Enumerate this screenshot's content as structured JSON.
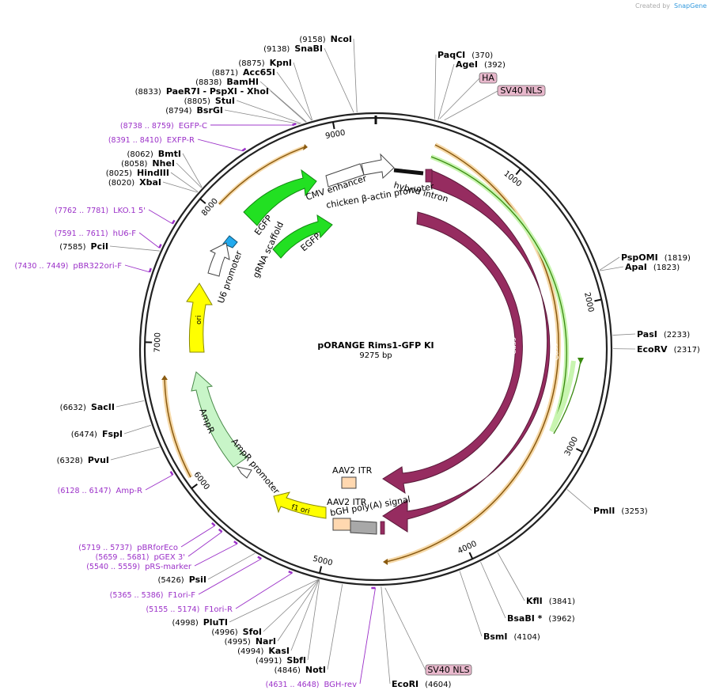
{
  "title": "pORANGE Rims1-GFP KI",
  "length_label": "9275 bp",
  "credit": "Created by",
  "credit_brand": "SnapGene",
  "length_bp": 9275,
  "ticks": [
    {
      "bp": 1000,
      "label": "1000"
    },
    {
      "bp": 2000,
      "label": "2000"
    },
    {
      "bp": 3000,
      "label": "3000"
    },
    {
      "bp": 4000,
      "label": "4000"
    },
    {
      "bp": 5000,
      "label": "5000"
    },
    {
      "bp": 6000,
      "label": "6000"
    },
    {
      "bp": 7000,
      "label": "7000"
    },
    {
      "bp": 8000,
      "label": "8000"
    },
    {
      "bp": 9000,
      "label": "9000"
    }
  ],
  "sites": [
    {
      "name": "NcoI",
      "pos": "(9158)",
      "bp": 9158
    },
    {
      "name": "SnaBI",
      "pos": "(9138)",
      "bp": 9138
    },
    {
      "name": "KpnI",
      "pos": "(8875)",
      "bp": 8875
    },
    {
      "name": "Acc65I",
      "pos": "(8871)",
      "bp": 8871
    },
    {
      "name": "BamHI",
      "pos": "(8838)",
      "bp": 8838
    },
    {
      "name": "PaeR7I - PspXI - XhoI",
      "pos": "(8833)",
      "bp": 8833
    },
    {
      "name": "StuI",
      "pos": "(8805)",
      "bp": 8805
    },
    {
      "name": "BsrGI",
      "pos": "(8794)",
      "bp": 8794
    },
    {
      "name": "BmtI",
      "pos": "(8062)",
      "bp": 8062
    },
    {
      "name": "NheI",
      "pos": "(8058)",
      "bp": 8058
    },
    {
      "name": "HindIII",
      "pos": "(8025)",
      "bp": 8025
    },
    {
      "name": "XbaI",
      "pos": "(8020)",
      "bp": 8020
    },
    {
      "name": "PciI",
      "pos": "(7585)",
      "bp": 7585
    },
    {
      "name": "SacII",
      "pos": "(6632)",
      "bp": 6632
    },
    {
      "name": "FspI",
      "pos": "(6474)",
      "bp": 6474
    },
    {
      "name": "PvuI",
      "pos": "(6328)",
      "bp": 6328
    },
    {
      "name": "PsiI",
      "pos": "(5426)",
      "bp": 5426
    },
    {
      "name": "PluTI",
      "pos": "(4998)",
      "bp": 4998
    },
    {
      "name": "SfoI",
      "pos": "(4996)",
      "bp": 4996
    },
    {
      "name": "NarI",
      "pos": "(4995)",
      "bp": 4995
    },
    {
      "name": "KasI",
      "pos": "(4994)",
      "bp": 4994
    },
    {
      "name": "SbfI",
      "pos": "(4991)",
      "bp": 4991
    },
    {
      "name": "NotI",
      "pos": "(4846)",
      "bp": 4846
    },
    {
      "name": "EcoRI",
      "pos": "(4604)",
      "bp": 4604
    },
    {
      "name": "PaqCI",
      "pos": "(370)",
      "bp": 370
    },
    {
      "name": "AgeI",
      "pos": "(392)",
      "bp": 392
    },
    {
      "name": "PspOMI",
      "pos": "(1819)",
      "bp": 1819
    },
    {
      "name": "ApaI",
      "pos": "(1823)",
      "bp": 1823
    },
    {
      "name": "PasI",
      "pos": "(2233)",
      "bp": 2233
    },
    {
      "name": "EcoRV",
      "pos": "(2317)",
      "bp": 2317
    },
    {
      "name": "PmlI",
      "pos": "(3253)",
      "bp": 3253
    },
    {
      "name": "KflI",
      "pos": "(3841)",
      "bp": 3841
    },
    {
      "name": "BsaBI *",
      "pos": "(3962)",
      "bp": 3962
    },
    {
      "name": "BsmI",
      "pos": "(4104)",
      "bp": 4104
    }
  ],
  "primers": [
    {
      "label": "EGFP-C",
      "range": "(8738 .. 8759)",
      "bp": 8748
    },
    {
      "label": "EXFP-R",
      "range": "(8391 .. 8410)",
      "bp": 8400
    },
    {
      "label": "LKO.1 5'",
      "range": "(7762 .. 7781)",
      "bp": 7771
    },
    {
      "label": "hU6-F",
      "range": "(7591 .. 7611)",
      "bp": 7601
    },
    {
      "label": "pBR322ori-F",
      "range": "(7430 .. 7449)",
      "bp": 7440
    },
    {
      "label": "Amp-R",
      "range": "(6128 .. 6147)",
      "bp": 6137
    },
    {
      "label": "pBRforEco",
      "range": "(5719 .. 5737)",
      "bp": 5728
    },
    {
      "label": "pGEX 3'",
      "range": "(5659 .. 5681)",
      "bp": 5670
    },
    {
      "label": "pRS-marker",
      "range": "(5540 .. 5559)",
      "bp": 5550
    },
    {
      "label": "F1ori-F",
      "range": "(5365 .. 5386)",
      "bp": 5375
    },
    {
      "label": "F1ori-R",
      "range": "(5155 .. 5174)",
      "bp": 5164
    },
    {
      "label": "BGH-rev",
      "range": "(4631 .. 4648)",
      "bp": 4640
    }
  ],
  "outer_features": [
    {
      "label": "HA",
      "bp": 400
    },
    {
      "label": "SV40 NLS",
      "bp": 430
    },
    {
      "label": "SV40 NLS",
      "bp": 4580
    }
  ],
  "features": {
    "cmv_enhancer": "CMV enhancer",
    "chicken_promoter": "chicken β-actin promoter",
    "hybrid_intron": "hybrid intron",
    "egfp_outer": "EGFP",
    "egfp_inner": "EGFP",
    "grna_scaffold": "gRNA scaffold",
    "u6_promoter": "U6 promoter",
    "ori": "ori",
    "ampr": "AmpR",
    "ampr_promoter": "AmpR promoter",
    "f1_ori": "f1 ori",
    "aav2_itr_1": "AAV2 ITR",
    "aav2_itr_2": "AAV2 ITR",
    "bgh": "bGH poly(A) signal",
    "cas9_outer": "Cas9",
    "cas9_inner": "Cas9"
  },
  "colors": {
    "cas9": "#962c60",
    "egfp": "#22e022",
    "ori": "#ffff00",
    "ampr": "#c8f5c8",
    "u6": "#ffffff",
    "grna": "#22aaee",
    "aav2": "#ffd8b0",
    "bgh": "#a8a8a8",
    "orange_arc": "#f0a030",
    "primer": "#9b30c8",
    "outer_feature": "#e8b8cc"
  }
}
